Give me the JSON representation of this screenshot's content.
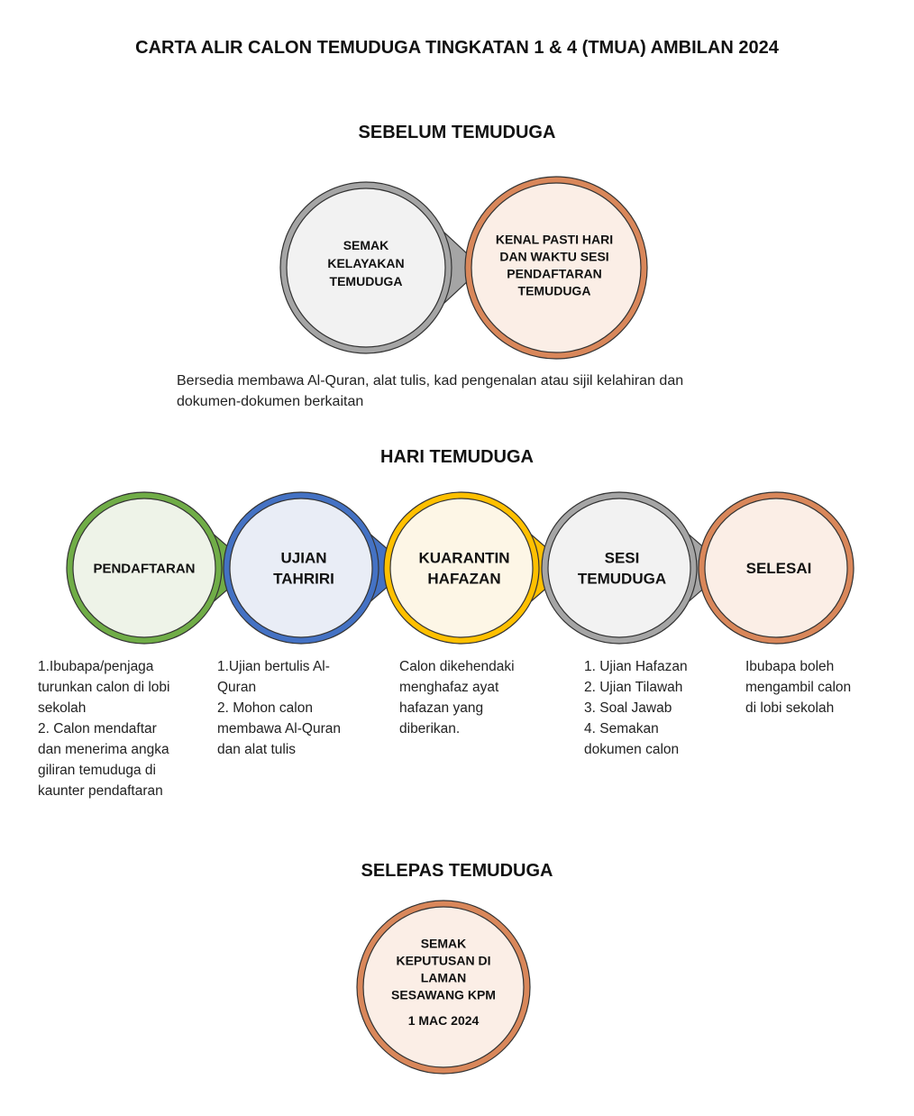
{
  "title": "CARTA ALIR CALON TEMUDUGA TINGKATAN 1 & 4 (TMUA) AMBILAN 2024",
  "sebelum": {
    "heading": "SEBELUM TEMUDUGA",
    "steps": [
      {
        "lines": [
          "SEMAK",
          "KELAYAKAN",
          "TEMUDUGA"
        ]
      },
      {
        "lines": [
          "KENAL PASTI HARI",
          "DAN WAKTU SESI",
          "PENDAFTARAN",
          "TEMUDUGA"
        ]
      }
    ],
    "note": "Bersedia membawa Al-Quran, alat tulis, kad pengenalan atau sijil kelahiran dan\ndokumen-dokumen berkaitan"
  },
  "hari": {
    "heading": "HARI TEMUDUGA",
    "steps": [
      {
        "lines": [
          "PENDAFTARAN"
        ],
        "color": "#70ad47",
        "fill": "#eef3e8",
        "desc": "1.Ibubapa/penjaga\nturunkan calon di lobi\nsekolah\n2. Calon mendaftar\ndan menerima angka\ngiliran temuduga di\nkaunter pendaftaran"
      },
      {
        "lines": [
          "UJIAN",
          "TAHRIRI"
        ],
        "color": "#4472c4",
        "fill": "#e9edf6",
        "desc": "1.Ujian bertulis Al-\nQuran\n2. Mohon calon\nmembawa Al-Quran\ndan alat tulis"
      },
      {
        "lines": [
          "KUARANTIN",
          "HAFAZAN"
        ],
        "color": "#ffc000",
        "fill": "#fdf6e6",
        "desc": "Calon dikehendaki\nmenghafaz ayat\nhafazan yang\ndiberikan."
      },
      {
        "lines": [
          "SESI",
          "TEMUDUGA"
        ],
        "color": "#a5a5a5",
        "fill": "#f2f2f2",
        "desc": "1. Ujian Hafazan\n2. Ujian Tilawah\n3. Soal Jawab\n4. Semakan\ndokumen calon"
      },
      {
        "lines": [
          "SELESAI"
        ],
        "color": "#d9875a",
        "fill": "#fbeee6",
        "desc": "Ibubapa boleh\nmengambil calon\ndi lobi sekolah"
      }
    ]
  },
  "selepas": {
    "heading": "SELEPAS TEMUDUGA",
    "lines": [
      "SEMAK",
      "KEPUTUSAN DI",
      "LAMAN",
      "SESAWANG KPM"
    ],
    "date": "1 MAC 2024"
  },
  "colors": {
    "gray": "#a5a5a5",
    "orange": "#d9875a"
  }
}
